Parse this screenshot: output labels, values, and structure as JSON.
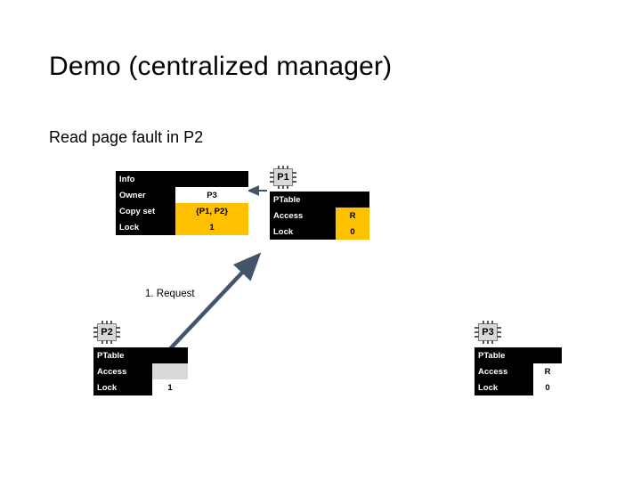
{
  "slide": {
    "title": "Demo (centralized manager)",
    "subtitle": "Read page fault in P2"
  },
  "manager": {
    "header": "Info",
    "rows": [
      {
        "label": "Owner",
        "value": "P3",
        "style": "white"
      },
      {
        "label": "Copy set",
        "value": "{P1, P2}",
        "style": "gold"
      },
      {
        "label": "Lock",
        "value": "1",
        "style": "gold"
      }
    ]
  },
  "nodes": [
    {
      "id": "p1",
      "chip": "P1",
      "header": "PTable",
      "rows": [
        {
          "label": "Access",
          "value": "R",
          "style": "gold"
        },
        {
          "label": "Lock",
          "value": "0",
          "style": "gold"
        }
      ]
    },
    {
      "id": "p2",
      "chip": "P2",
      "header": "PTable",
      "rows": [
        {
          "label": "Access",
          "value": "",
          "style": "grey"
        },
        {
          "label": "Lock",
          "value": "1",
          "style": "white"
        }
      ]
    },
    {
      "id": "p3",
      "chip": "P3",
      "header": "PTable",
      "rows": [
        {
          "label": "Access",
          "value": "R",
          "style": "white"
        },
        {
          "label": "Lock",
          "value": "0",
          "style": "white"
        }
      ]
    }
  ],
  "arrows": [
    {
      "name": "request-arrow",
      "label": "1. Request"
    }
  ],
  "colors": {
    "highlight": "#ffc000",
    "header": "#000000",
    "arrow": "#44546a",
    "chip_body": "#d9d9d9"
  }
}
